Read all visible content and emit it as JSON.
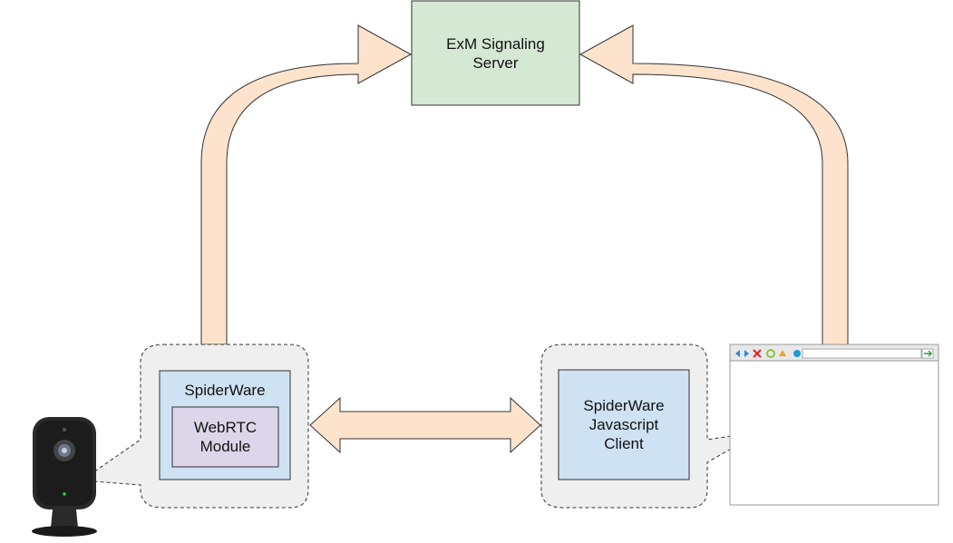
{
  "colors": {
    "server_fill": "#d5e8d4",
    "box_fill": "#cfe2f3",
    "module_fill": "#ddd6ea",
    "callout_fill": "#efefef",
    "arrow_fill": "#fde3cc",
    "stroke": "#333333"
  },
  "nodes": {
    "server": {
      "label": "ExM Signaling\nServer"
    },
    "spiderware_device": {
      "label": "SpiderWare"
    },
    "webrtc_module": {
      "label": "WebRTC\nModule"
    },
    "js_client": {
      "label": "SpiderWare\nJavascript\nClient"
    }
  },
  "icons": {
    "camera": "webcam-icon",
    "browser": "browser-window-icon"
  }
}
